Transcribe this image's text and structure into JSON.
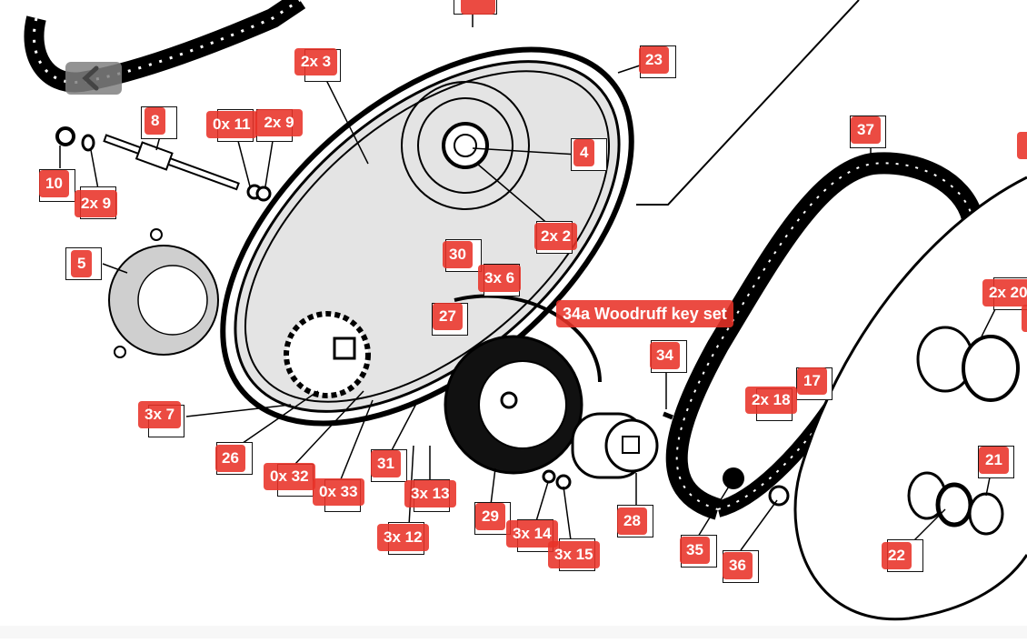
{
  "diagram": {
    "title": "Primary drive exploded parts diagram",
    "accent_color": "#e8322a"
  },
  "navigation": {
    "back_icon": "chevron-left-icon"
  },
  "hotspots": [
    {
      "id": "h-top",
      "label": ""
    },
    {
      "id": "h-2x3",
      "label": "2x 3"
    },
    {
      "id": "h-23",
      "label": "23"
    },
    {
      "id": "h-8",
      "label": "8"
    },
    {
      "id": "h-0x11",
      "label": "0x 11"
    },
    {
      "id": "h-2x9a",
      "label": "2x 9"
    },
    {
      "id": "h-4",
      "label": "4"
    },
    {
      "id": "h-37",
      "label": "37"
    },
    {
      "id": "h-10",
      "label": "10"
    },
    {
      "id": "h-2x9b",
      "label": "2x 9"
    },
    {
      "id": "h-2x2",
      "label": "2x 2"
    },
    {
      "id": "h-5",
      "label": "5"
    },
    {
      "id": "h-30",
      "label": "30"
    },
    {
      "id": "h-3x6",
      "label": "3x 6"
    },
    {
      "id": "h-2x20",
      "label": "2x 20"
    },
    {
      "id": "h-27",
      "label": "27"
    },
    {
      "id": "h-34a",
      "label": "34a Woodruff key set"
    },
    {
      "id": "h-34",
      "label": "34"
    },
    {
      "id": "h-17",
      "label": "17"
    },
    {
      "id": "h-2x18",
      "label": "2x 18"
    },
    {
      "id": "h-3x7",
      "label": "3x 7"
    },
    {
      "id": "h-26",
      "label": "26"
    },
    {
      "id": "h-31",
      "label": "31"
    },
    {
      "id": "h-21",
      "label": "21"
    },
    {
      "id": "h-0x32",
      "label": "0x 32"
    },
    {
      "id": "h-0x33",
      "label": "0x 33"
    },
    {
      "id": "h-3x13",
      "label": "3x 13"
    },
    {
      "id": "h-29",
      "label": "29"
    },
    {
      "id": "h-28",
      "label": "28"
    },
    {
      "id": "h-3x14",
      "label": "3x 14"
    },
    {
      "id": "h-3x12",
      "label": "3x 12"
    },
    {
      "id": "h-3x15",
      "label": "3x 15"
    },
    {
      "id": "h-35",
      "label": "35"
    },
    {
      "id": "h-22",
      "label": "22"
    },
    {
      "id": "h-36",
      "label": "36"
    },
    {
      "id": "h-right-edge",
      "label": ""
    },
    {
      "id": "h-right-edge2",
      "label": ""
    }
  ]
}
